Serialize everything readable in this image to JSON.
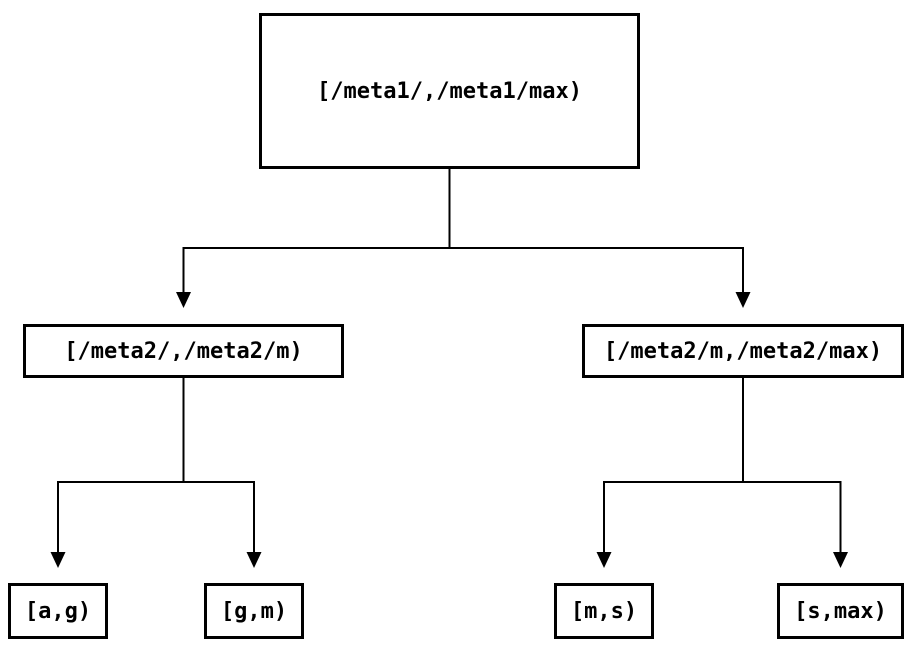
{
  "diagram": {
    "type": "tree",
    "background_color": "#ffffff",
    "line_color": "#000000",
    "text_color": "#000000",
    "nodes": [
      {
        "id": "root",
        "label": "[/meta1/,/meta1/max)",
        "level": 0
      },
      {
        "id": "meta2-low",
        "label": "[/meta2/,/meta2/m)",
        "level": 1
      },
      {
        "id": "meta2-high",
        "label": "[/meta2/m,/meta2/max)",
        "level": 1
      },
      {
        "id": "leaf-a-g",
        "label": "[a,g)",
        "level": 2
      },
      {
        "id": "leaf-g-m",
        "label": "[g,m)",
        "level": 2
      },
      {
        "id": "leaf-m-s",
        "label": "[m,s)",
        "level": 2
      },
      {
        "id": "leaf-s-max",
        "label": "[s,max)",
        "level": 2
      }
    ],
    "edges": [
      {
        "from": "root",
        "to": "meta2-low"
      },
      {
        "from": "root",
        "to": "meta2-high"
      },
      {
        "from": "meta2-low",
        "to": "leaf-a-g"
      },
      {
        "from": "meta2-low",
        "to": "leaf-g-m"
      },
      {
        "from": "meta2-high",
        "to": "leaf-m-s"
      },
      {
        "from": "meta2-high",
        "to": "leaf-s-max"
      }
    ]
  }
}
